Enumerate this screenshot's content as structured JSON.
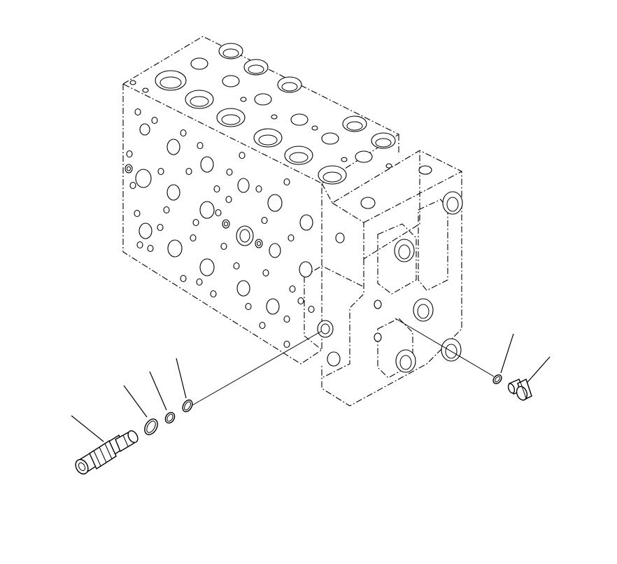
{
  "diagram": {
    "type": "exploded-parts-view",
    "parts": [
      {
        "id": "valve-body",
        "style": "phantom"
      },
      {
        "id": "relief-valve-cartridge",
        "callout": ""
      },
      {
        "id": "backup-ring",
        "callout": ""
      },
      {
        "id": "o-ring-small",
        "callout": ""
      },
      {
        "id": "o-ring",
        "callout": ""
      },
      {
        "id": "plug-o-ring",
        "callout": ""
      },
      {
        "id": "plug",
        "callout": ""
      }
    ]
  }
}
